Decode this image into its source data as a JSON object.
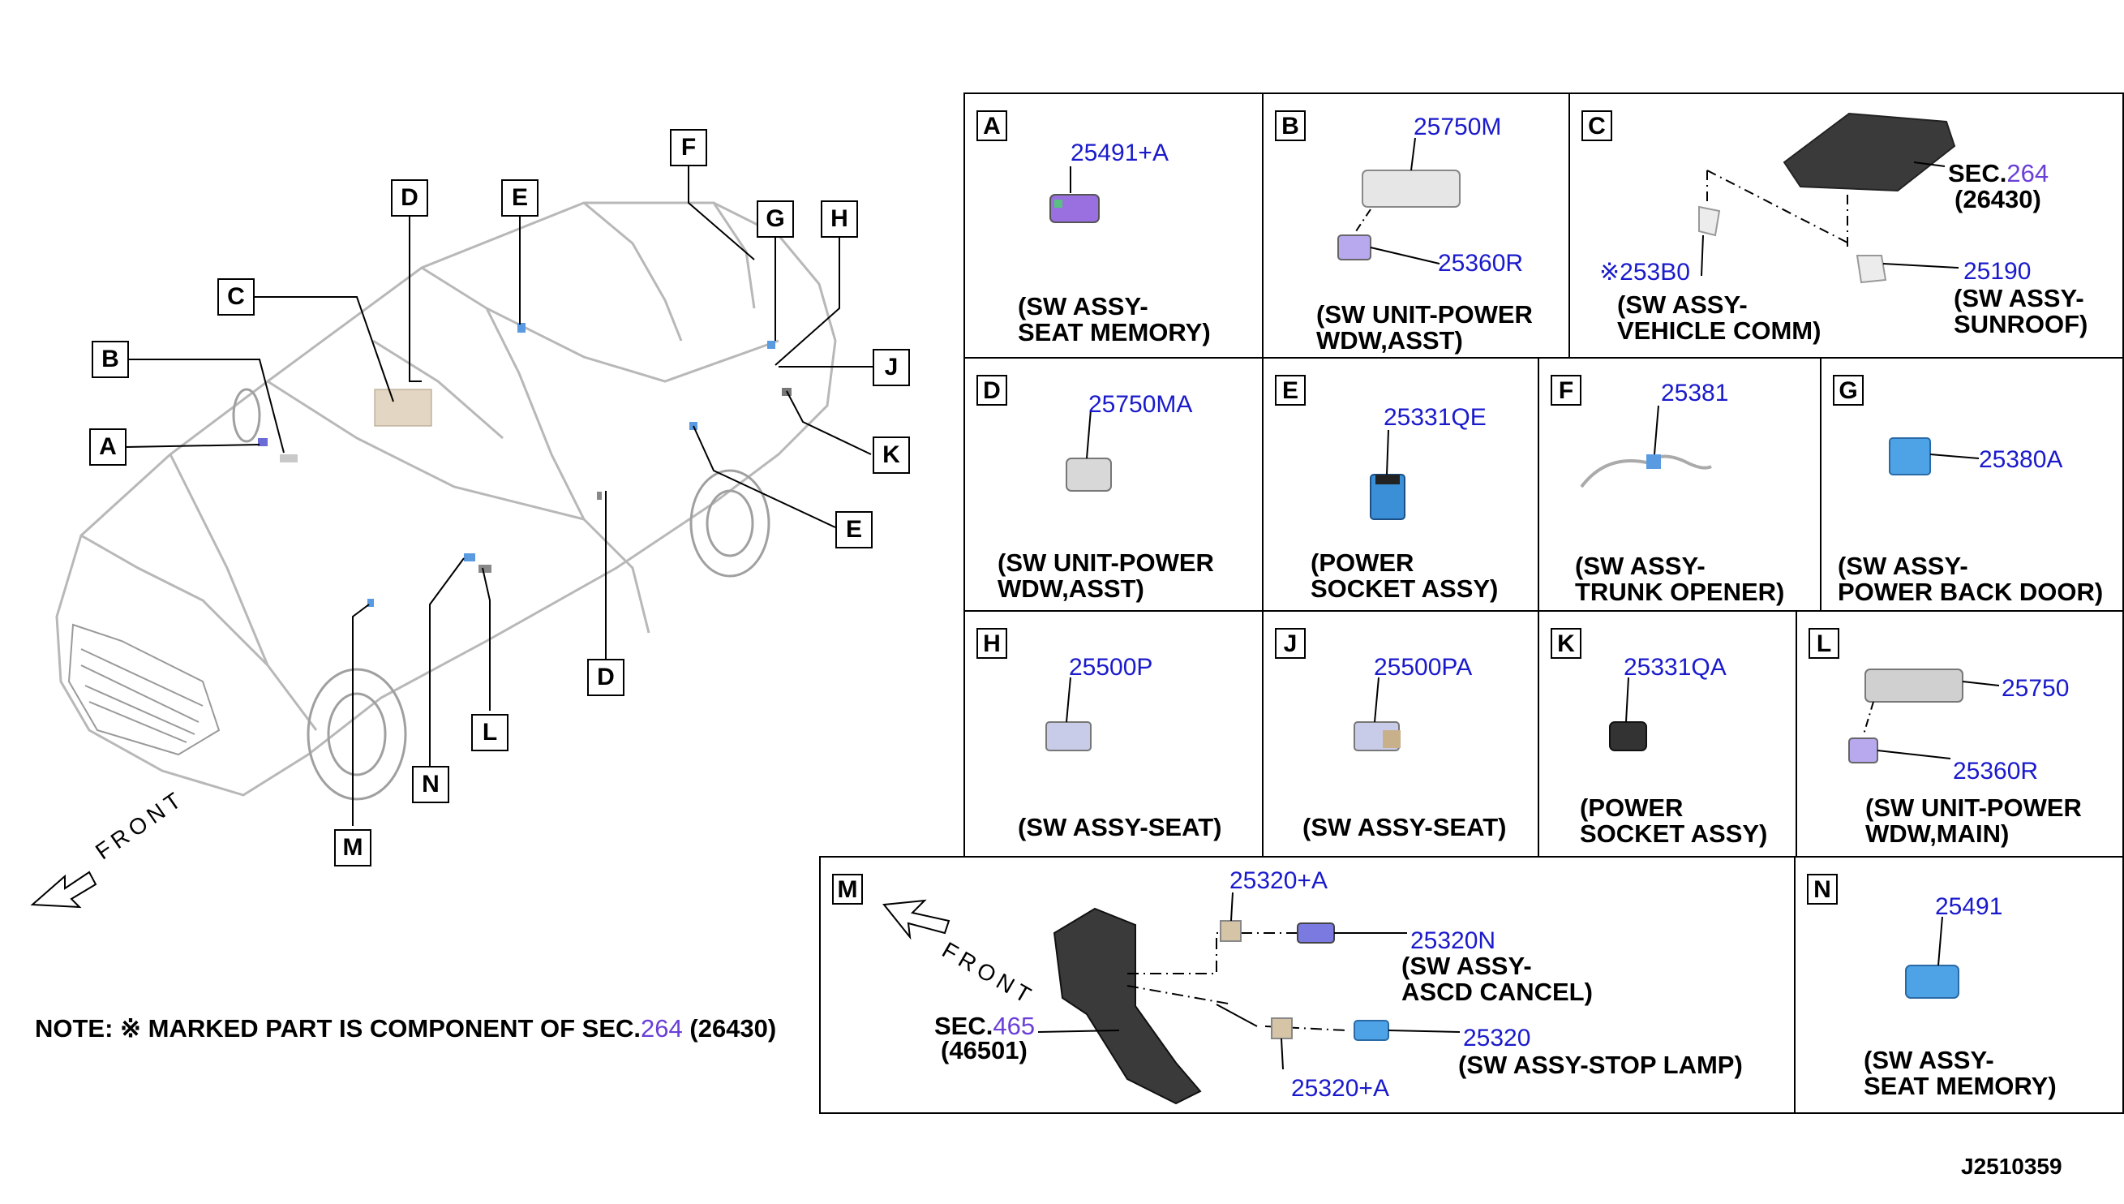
{
  "callouts": {
    "A": "A",
    "B": "B",
    "C": "C",
    "D_top": "D",
    "E_top": "E",
    "F": "F",
    "G": "G",
    "H": "H",
    "J": "J",
    "K": "K",
    "E_right": "E",
    "D_bottom": "D",
    "L": "L",
    "N": "N",
    "M": "M"
  },
  "front_label": "FRONT",
  "note": {
    "prefix": "NOTE: ※  MARKED PART IS COMPONENT OF SEC.",
    "sec": "264",
    "suffix": " (26430)"
  },
  "diagram_id": "J2510359",
  "panels": {
    "A": {
      "letter": "A",
      "parts": [
        "25491+A"
      ],
      "desc": "(SW ASSY-\nSEAT MEMORY)"
    },
    "B": {
      "letter": "B",
      "parts": [
        "25750M",
        "25360R"
      ],
      "desc": "(SW UNIT-POWER\nWDW,ASST)"
    },
    "C": {
      "letter": "C",
      "sec_prefix": "SEC.",
      "sec_num": "264",
      "sec_code": "(26430)",
      "mark_part": "※253B0",
      "desc_vc": "(SW ASSY-\nVEHICLE COMM)",
      "part_sunroof": "25190",
      "desc_sunroof": "(SW ASSY-\nSUNROOF)"
    },
    "D": {
      "letter": "D",
      "parts": [
        "25750MA"
      ],
      "desc": "(SW UNIT-POWER\nWDW,ASST)"
    },
    "E": {
      "letter": "E",
      "parts": [
        "25331QE"
      ],
      "desc": "(POWER\nSOCKET ASSY)"
    },
    "F": {
      "letter": "F",
      "parts": [
        "25381"
      ],
      "desc": "(SW ASSY-\nTRUNK OPENER)"
    },
    "G": {
      "letter": "G",
      "parts": [
        "25380A"
      ],
      "desc": "(SW ASSY-\nPOWER BACK DOOR)"
    },
    "H": {
      "letter": "H",
      "parts": [
        "25500P"
      ],
      "desc": "(SW ASSY-SEAT)"
    },
    "J": {
      "letter": "J",
      "parts": [
        "25500PA"
      ],
      "desc": "(SW ASSY-SEAT)"
    },
    "K": {
      "letter": "K",
      "parts": [
        "25331QA"
      ],
      "desc": "(POWER\nSOCKET ASSY)"
    },
    "L": {
      "letter": "L",
      "parts": [
        "25750",
        "25360R"
      ],
      "desc": "(SW UNIT-POWER\nWDW,MAIN)"
    },
    "M": {
      "letter": "M",
      "front": "FRONT",
      "parts": [
        "25320+A",
        "25320N",
        "25320",
        "25320+A"
      ],
      "desc_ascd": "(SW ASSY-\nASCD CANCEL)",
      "desc_stop": "(SW ASSY-STOP LAMP)",
      "sec_prefix": "SEC.",
      "sec_num": "465",
      "sec_code": "(46501)"
    },
    "N": {
      "letter": "N",
      "parts": [
        "25491"
      ],
      "desc": "(SW ASSY-\nSEAT MEMORY)"
    }
  }
}
